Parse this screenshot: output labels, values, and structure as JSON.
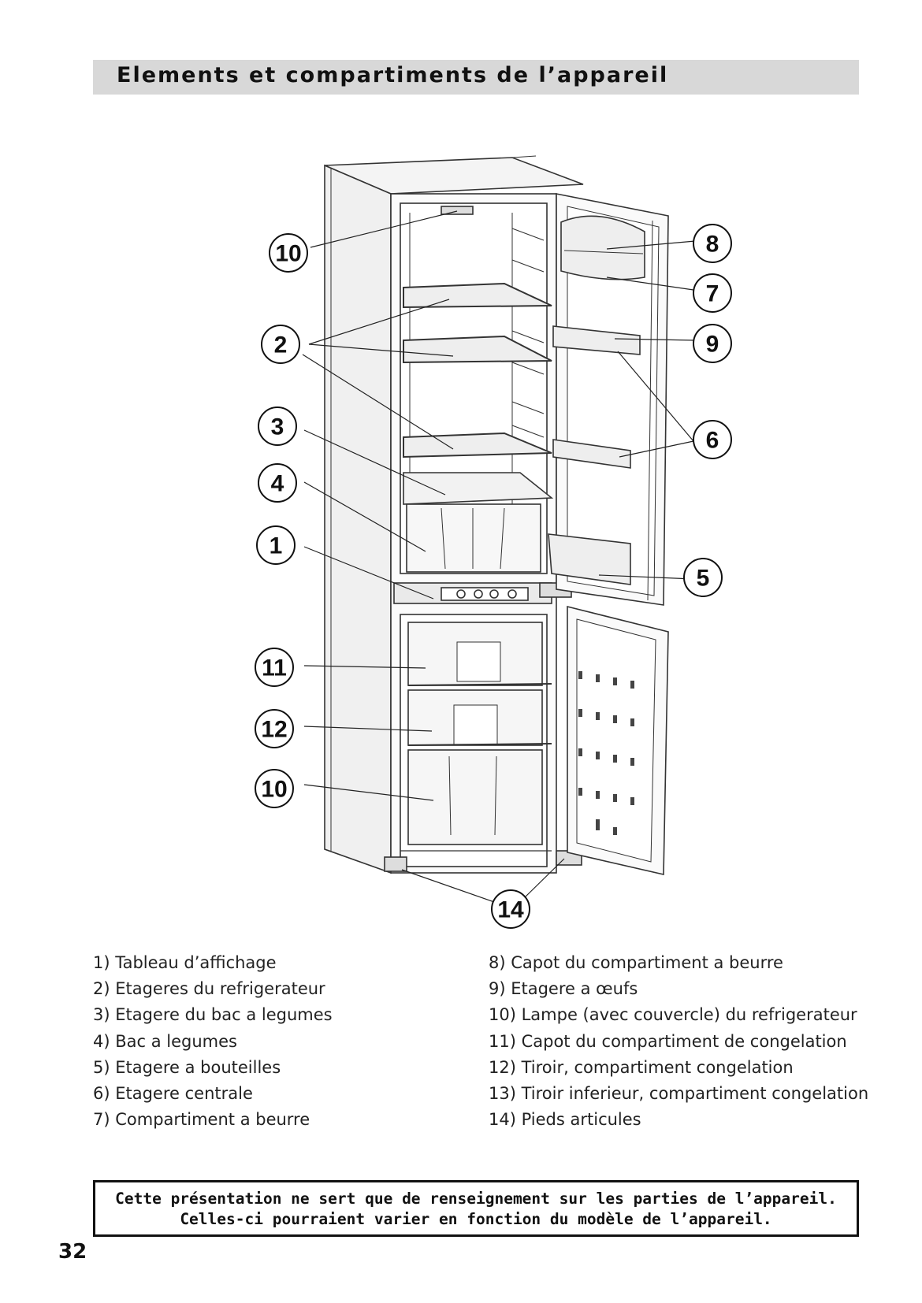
{
  "header": {
    "title": "Elements et compartiments de l’appareil"
  },
  "diagram": {
    "callouts": {
      "c1": "1",
      "c2": "2",
      "c3": "3",
      "c4": "4",
      "c5": "5",
      "c6": "6",
      "c7": "7",
      "c8": "8",
      "c9": "9",
      "c10a": "10",
      "c10b": "10",
      "c11": "11",
      "c12": "12",
      "c14": "14"
    }
  },
  "legend": {
    "left": [
      "1) Tableau d’affichage",
      "2) Etageres du refrigerateur",
      "3) Etagere du bac a legumes",
      "4) Bac a legumes",
      "5) Etagere a bouteilles",
      "6) Etagere centrale",
      "7) Compartiment a beurre"
    ],
    "right": [
      "8) Capot du compartiment a beurre",
      "9) Etagere a œufs",
      "10) Lampe (avec couvercle) du refrigerateur",
      "11) Capot du compartiment de congelation",
      "12) Tiroir, compartiment congelation",
      "13) Tiroir inferieur, compartiment congelation",
      "14) Pieds articules"
    ]
  },
  "note": {
    "line1": "Cette présentation ne sert que de renseignement sur les parties de l’appareil.",
    "line2": "Celles-ci pourraient varier en fonction du modèle de l’appareil."
  },
  "page_number": "32"
}
